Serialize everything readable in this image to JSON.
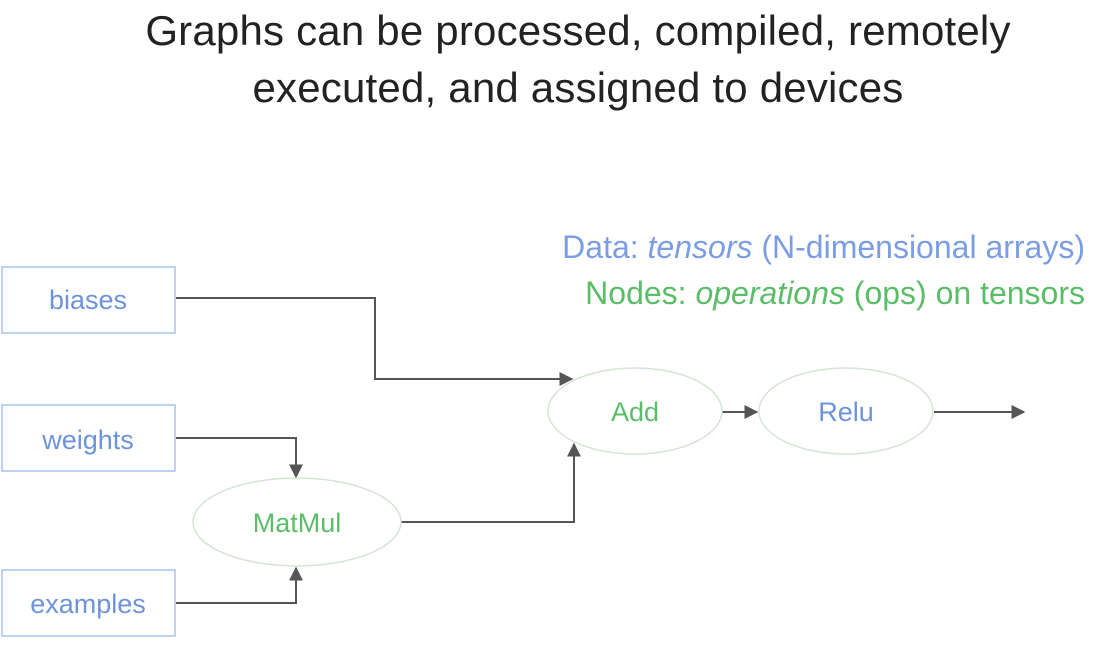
{
  "title": {
    "line1": "Graphs can be processed, compiled, remotely",
    "line2": "executed, and assigned to devices"
  },
  "legend": {
    "data_prefix": "Data: ",
    "data_term": "tensors",
    "data_suffix": " (N-dimensional arrays)",
    "nodes_prefix": "Nodes: ",
    "nodes_term": "operations",
    "nodes_suffix": " (ops) on tensors",
    "data_color": "#7b9de3",
    "nodes_color": "#5cbd69"
  },
  "graph": {
    "inputs": [
      "biases",
      "weights",
      "examples"
    ],
    "ops": [
      "MatMul",
      "Add",
      "Relu"
    ]
  }
}
